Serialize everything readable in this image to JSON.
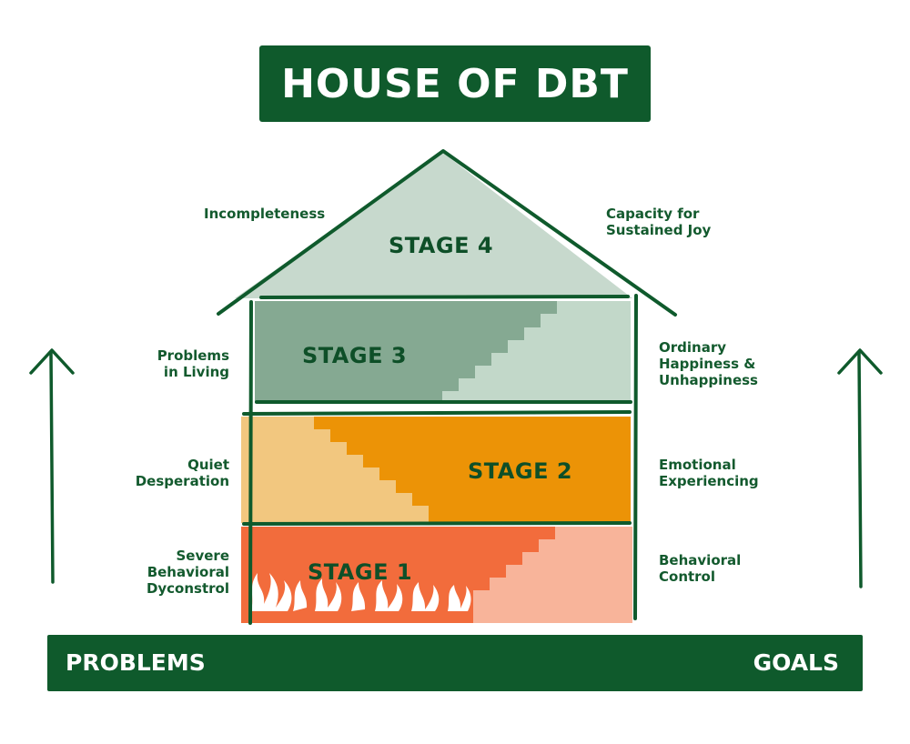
{
  "title": "HOUSE OF DBT",
  "stages": {
    "s4": "STAGE 4",
    "s3": "STAGE 3",
    "s2": "STAGE 2",
    "s1": "STAGE 1"
  },
  "left_labels": {
    "s4": "Incompleteness",
    "s3": "Problems\nin Living",
    "s2": "Quiet\nDesperation",
    "s1": "Severe\nBehavioral\nDyconstrol"
  },
  "right_labels": {
    "s4": "Capacity for\nSustained Joy",
    "s3": "Ordinary\nHappiness &\nUnhappiness",
    "s2": "Emotional\nExperiencing",
    "s1": "Behavioral\nControl"
  },
  "bar": {
    "left": "PROBLEMS",
    "right": "GOALS"
  },
  "colors": {
    "dark_green": "#0f5a2c",
    "roof": "#c7d9cd",
    "stage3_dark": "#85a992",
    "stage3_light": "#c2d8c9",
    "stage2_dark": "#ec9306",
    "stage2_light": "#f2c77f",
    "stage1_dark": "#f26c3c",
    "stage1_light": "#f8b49a"
  }
}
